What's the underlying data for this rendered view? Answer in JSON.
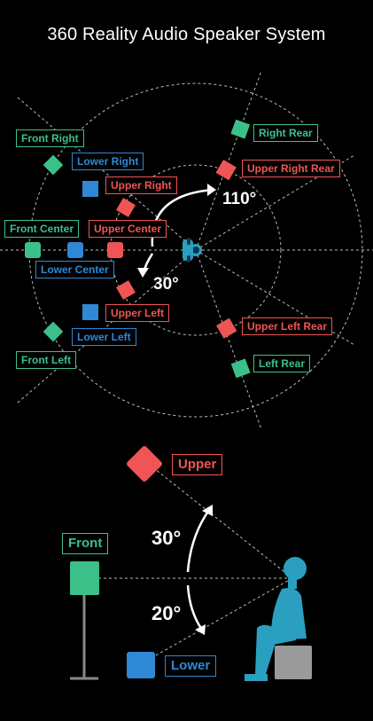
{
  "title": "360 Reality Audio Speaker System",
  "colors": {
    "front": "#3cc08a",
    "lower": "#2f88d6",
    "upper": "#f05555",
    "listener": "#2a9fc0",
    "stool": "#9a9a9a"
  },
  "top_view": {
    "labels": {
      "front_right": "Front Right",
      "lower_right": "Lower Right",
      "upper_right": "Upper Right",
      "front_center": "Front Center",
      "upper_center": "Upper Center",
      "lower_center": "Lower Center",
      "upper_left": "Upper Left",
      "lower_left": "Lower Left",
      "front_left": "Front Left",
      "right_rear": "Right Rear",
      "upper_right_rear": "Upper Right Rear",
      "upper_left_rear": "Upper Left Rear",
      "left_rear": "Left Rear"
    },
    "angle_rear": "110°",
    "angle_side": "30°"
  },
  "side_view": {
    "upper": "Upper",
    "front": "Front",
    "lower": "Lower",
    "angle_up": "30°",
    "angle_down": "20°"
  }
}
